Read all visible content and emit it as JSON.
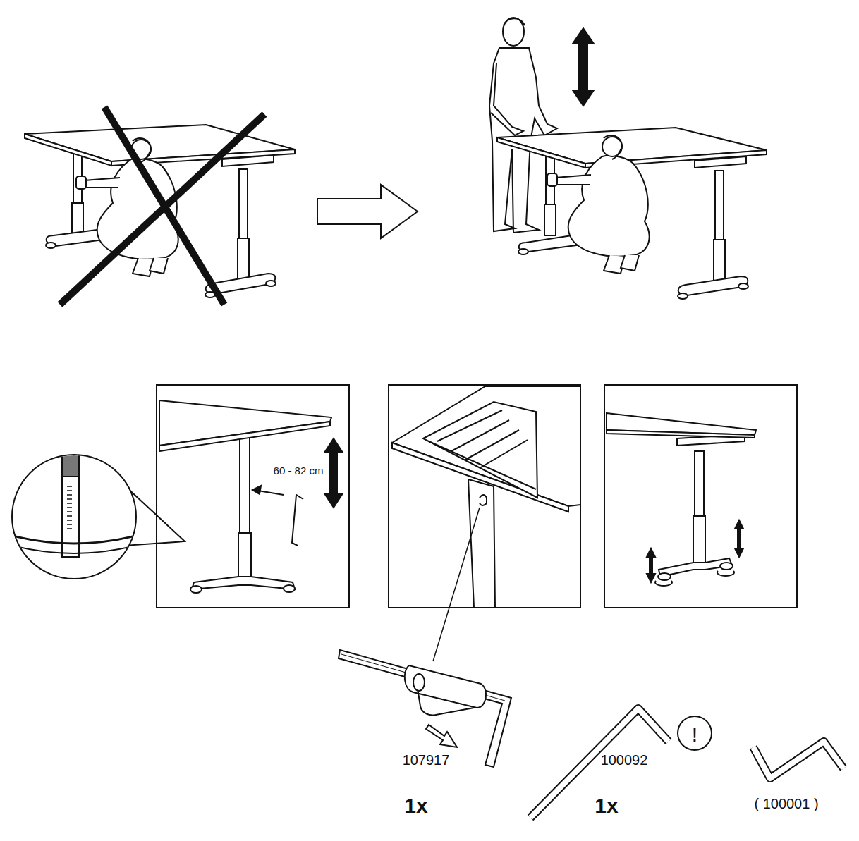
{
  "diagram": {
    "labels": [
      "60 - 82 cm",
      "107917",
      "1x",
      "100092",
      "1x",
      "!",
      "( 100001 )"
    ]
  }
}
